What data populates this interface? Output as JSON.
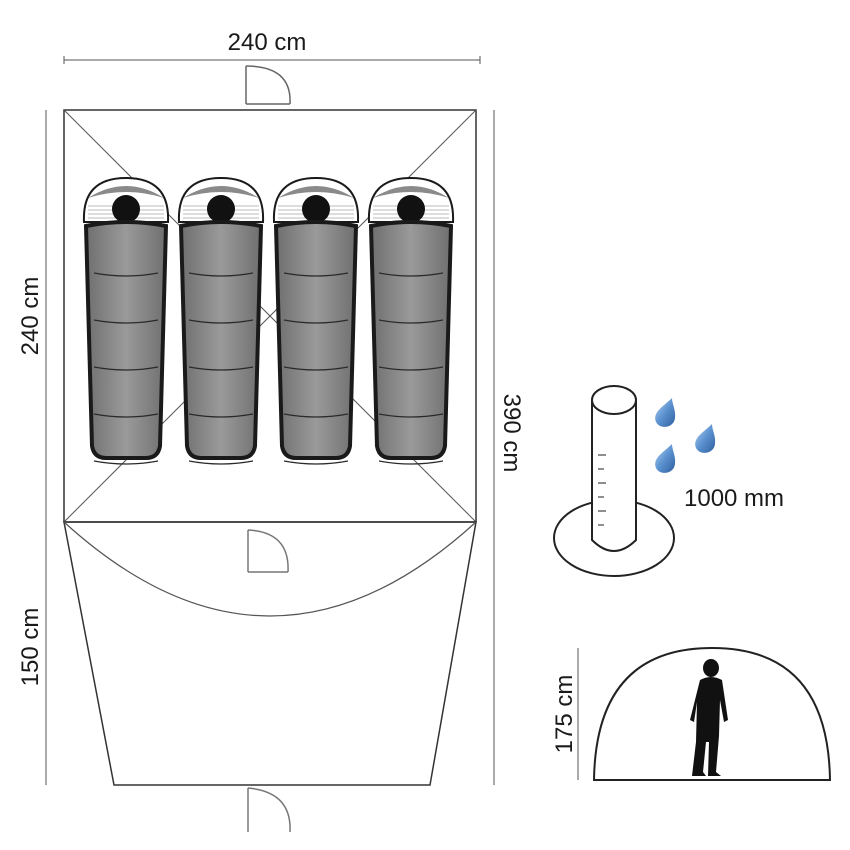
{
  "dimensions": {
    "width_label": "240 cm",
    "inner_length_label": "240 cm",
    "vestibule_length_label": "150 cm",
    "total_length_label": "390 cm",
    "height_label": "175 cm"
  },
  "water_column": {
    "label": "1000 mm"
  },
  "sleeping_bags": {
    "count": 4
  },
  "icons": {
    "door": "door-arc-icon",
    "person": "person-silhouette-icon",
    "droplet": "water-droplet-icon",
    "column": "water-column-icon",
    "sleeping_bag": "sleeping-bag-icon"
  },
  "colors": {
    "line": "#333333",
    "bag_body": "#8a8a8a",
    "bag_outline": "#1a1a1a",
    "droplet": "#4f86c6"
  }
}
